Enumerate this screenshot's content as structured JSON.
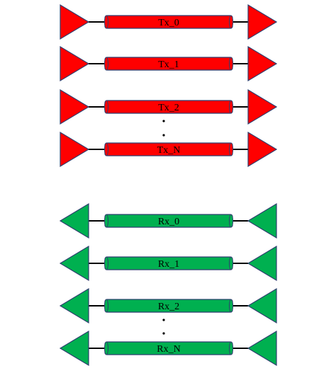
{
  "tx": {
    "fill": "#ff0000",
    "stroke": "#2f3f6f",
    "channels": [
      "Tx_0",
      "Tx_1",
      "Tx_2",
      "Tx_N"
    ]
  },
  "rx": {
    "fill": "#00b050",
    "stroke": "#2f3f6f",
    "channels": [
      "Rx_0",
      "Rx_1",
      "Rx_2",
      "Rx_N"
    ]
  }
}
